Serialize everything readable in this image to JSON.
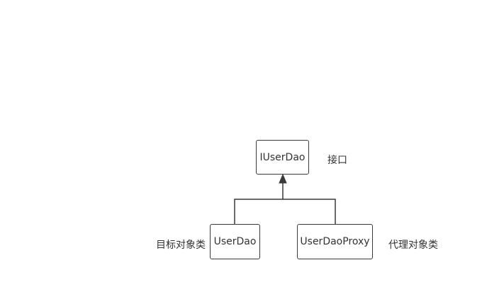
{
  "diagram": {
    "nodes": {
      "interface": {
        "label": "IUserDao"
      },
      "target": {
        "label": "UserDao"
      },
      "proxy": {
        "label": "UserDaoProxy"
      }
    },
    "annotations": {
      "interface": "接口",
      "target": "目标对象类",
      "proxy": "代理对象类"
    },
    "edges": [
      {
        "from": "target",
        "to": "interface",
        "type": "realization"
      },
      {
        "from": "proxy",
        "to": "interface",
        "type": "realization"
      }
    ],
    "colors": {
      "stroke": "#3a3a3a",
      "text": "#333333",
      "background": "#ffffff"
    }
  }
}
